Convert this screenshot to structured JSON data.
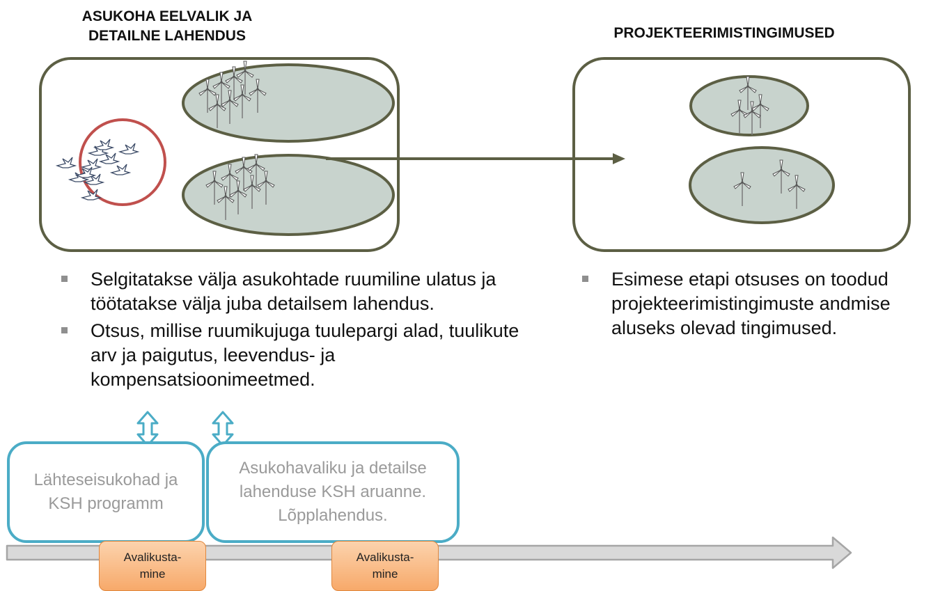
{
  "left_column": {
    "heading_line1": "ASUKOHA EELVALIK JA",
    "heading_line2": "DETAILNE LAHENDUS",
    "bullets": [
      "Selgitatakse välja asukohtade ruumiline ulatus ja töötatakse välja juba detailsem lahendus.",
      "Otsus, millise ruumikujuga tuulepargi alad, tuulikute arv ja paigutus, leevendus- ja kompensatsioonimeetmed."
    ]
  },
  "right_column": {
    "heading": "PROJEKTEERIMISTINGIMUSED",
    "bullets": [
      "Esimese etapi otsuses on toodud projekteerimistingimuste andmise aluseks olevad tingimused."
    ]
  },
  "stages": [
    {
      "label": "Lähteseisukohad ja KSH programm"
    },
    {
      "label": "Asukohavaliku ja detailse lahenduse KSH aruanne. Lõpplahendus."
    }
  ],
  "publications": [
    {
      "label": "Avalikusta-\nmine"
    },
    {
      "label": "Avalikusta-\nmine"
    }
  ],
  "colors": {
    "panel_border": "#5c5f44",
    "ellipse_fill": "#c8d3cd",
    "bird_zone": "#c0504d",
    "stage_border": "#4bacc6",
    "publication_fill": "#f7a96a",
    "timeline_fill": "#d9d9d9"
  },
  "icons": {
    "turbine": "wind-turbine-icon",
    "bird": "bird-icon"
  }
}
